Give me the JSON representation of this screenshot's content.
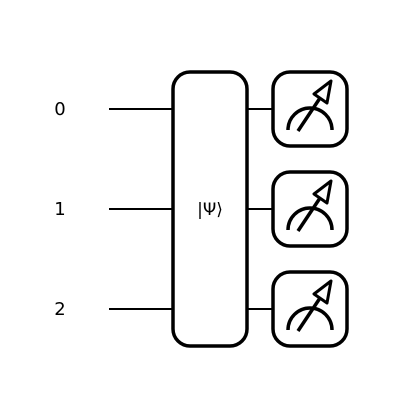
{
  "circuit": {
    "qubits": [
      {
        "label": "0"
      },
      {
        "label": "1"
      },
      {
        "label": "2"
      }
    ],
    "state_prep": {
      "label": "|Ψ⟩"
    },
    "measurements": [
      {
        "qubit": "0",
        "icon": "measurement-meter-icon"
      },
      {
        "qubit": "1",
        "icon": "measurement-meter-icon"
      },
      {
        "qubit": "2",
        "icon": "measurement-meter-icon"
      }
    ],
    "colors": {
      "line": "#000000",
      "background": "#ffffff"
    }
  }
}
